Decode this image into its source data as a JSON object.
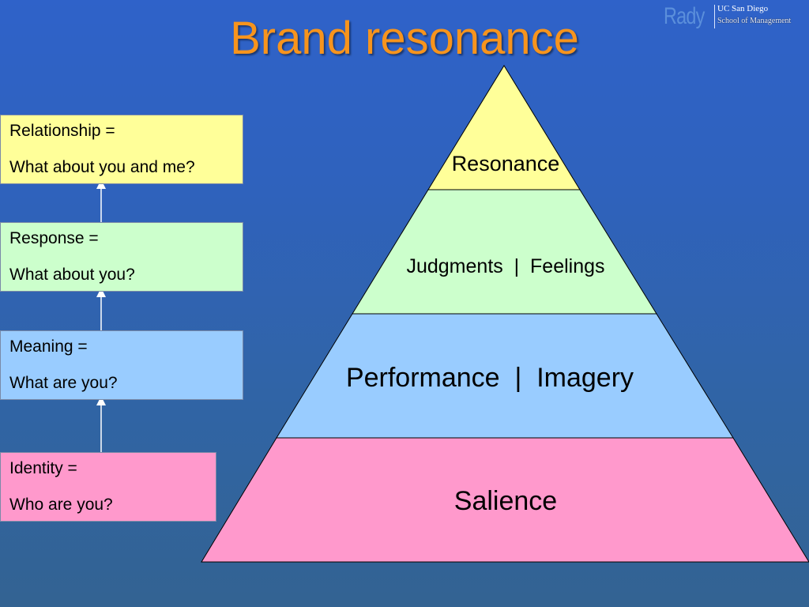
{
  "title": "Brand resonance",
  "logo": {
    "name": "Rady",
    "line1": "UC San Diego",
    "line2": "School of Management"
  },
  "steps": [
    {
      "term": "Relationship =",
      "question": "What about you and me?",
      "color": "#ffff99"
    },
    {
      "term": "Response =",
      "question": "What about you?",
      "color": "#ccffcc"
    },
    {
      "term": "Meaning =",
      "question": "What are you?",
      "color": "#99ccff"
    },
    {
      "term": "Identity =",
      "question": "Who are you?",
      "color": "#ff99cc"
    }
  ],
  "pyramid": [
    {
      "label": "Resonance",
      "color": "#ffff99"
    },
    {
      "label": "Judgments  |  Feelings",
      "color": "#ccffcc"
    },
    {
      "label": "Performance  |  Imagery",
      "color": "#99ccff"
    },
    {
      "label": "Salience",
      "color": "#ff99cc"
    }
  ]
}
